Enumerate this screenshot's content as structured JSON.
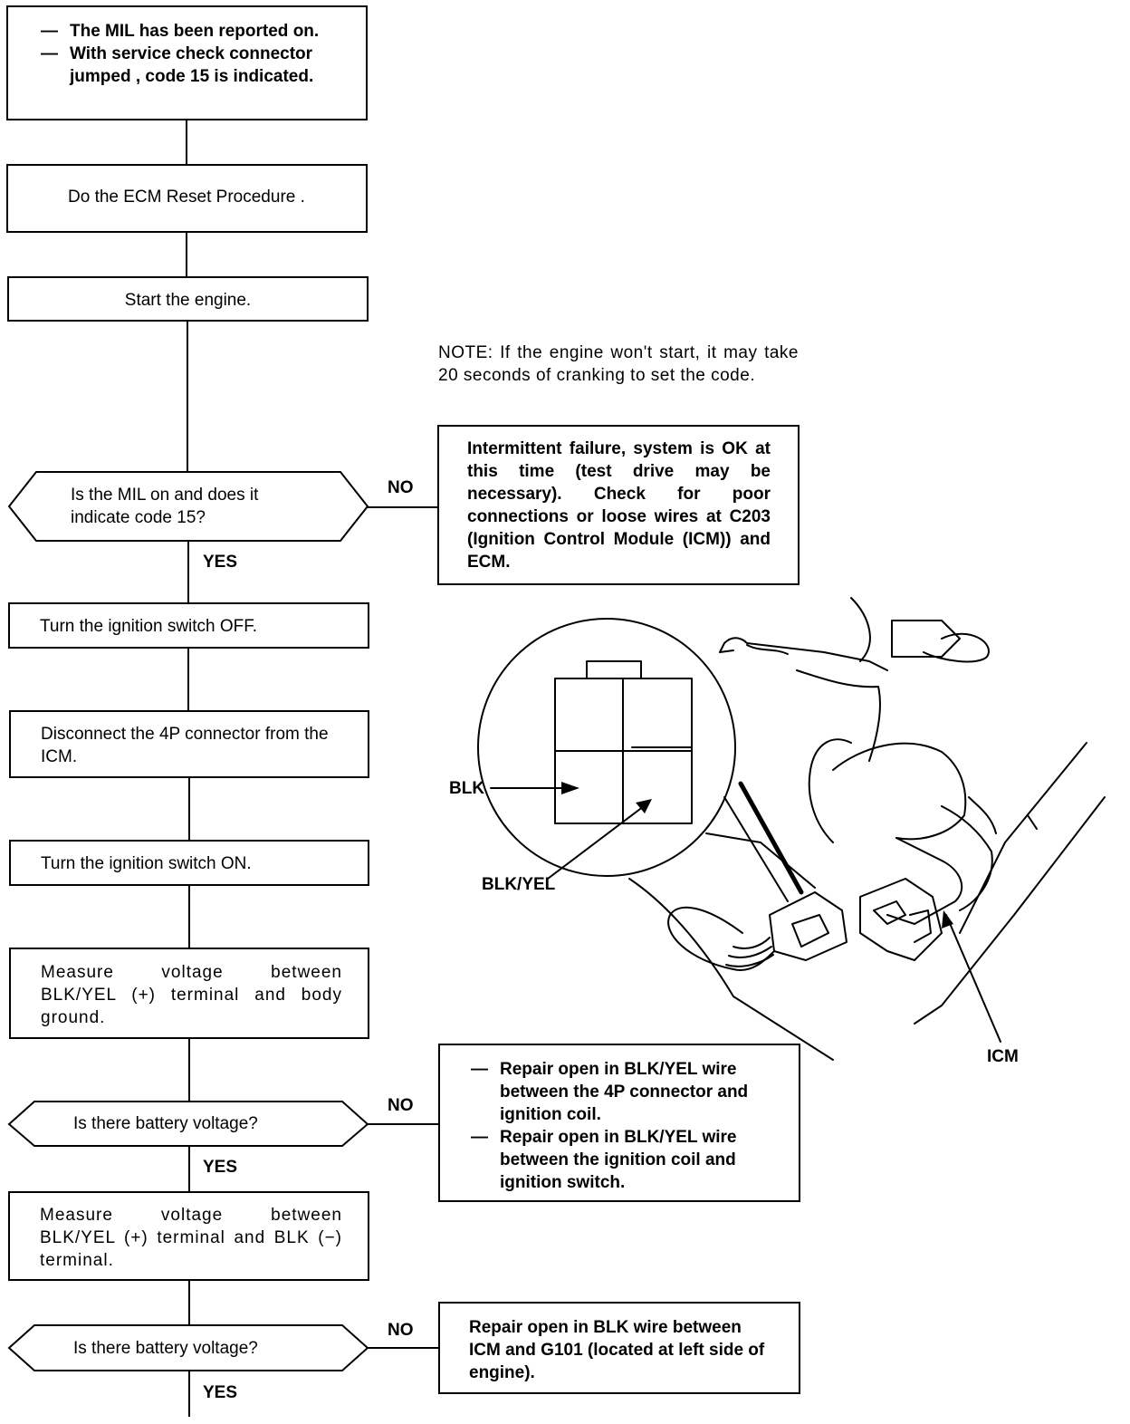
{
  "flowchart": {
    "start_box": {
      "items": [
        "The MIL has been reported on.",
        "With service check connector jumped , code 15 is indicated."
      ]
    },
    "step_ecm_reset": "Do the ECM Reset Procedure .",
    "step_start_engine": "Start the engine.",
    "note": "NOTE: If the engine won't start, it may take 20 seconds of cranking to set the code.",
    "decision_mil": "Is the MIL on and does it indicate code 15?",
    "intermittent_box": "Intermittent failure, system is OK at this time (test drive may be necessary). Check for poor connections or loose wires at C203 (Ignition Control Module (ICM)) and ECM.",
    "step_ign_off": "Turn the ignition switch OFF.",
    "step_disconnect": "Disconnect the 4P connector from the ICM.",
    "step_ign_on": "Turn the ignition switch ON.",
    "step_measure_body": "Measure voltage between BLK/YEL (+) terminal and body ground.",
    "decision_battery_1": "Is there battery voltage?",
    "repair_box_1": {
      "items": [
        "Repair open in BLK/YEL wire between the 4P connector and ignition coil.",
        "Repair open in BLK/YEL wire between the ignition coil and ignition switch."
      ]
    },
    "step_measure_blk": "Measure voltage between BLK/YEL (+) terminal and BLK (−) terminal.",
    "decision_battery_2": "Is there battery voltage?",
    "repair_box_2": "Repair open in BLK wire between ICM and G101 (located at left side of engine).",
    "yes_label": "YES",
    "no_label": "NO",
    "dash": "—"
  },
  "illustration": {
    "labels": {
      "blk": "BLK",
      "blk_yel": "BLK/YEL",
      "icm": "ICM"
    }
  }
}
